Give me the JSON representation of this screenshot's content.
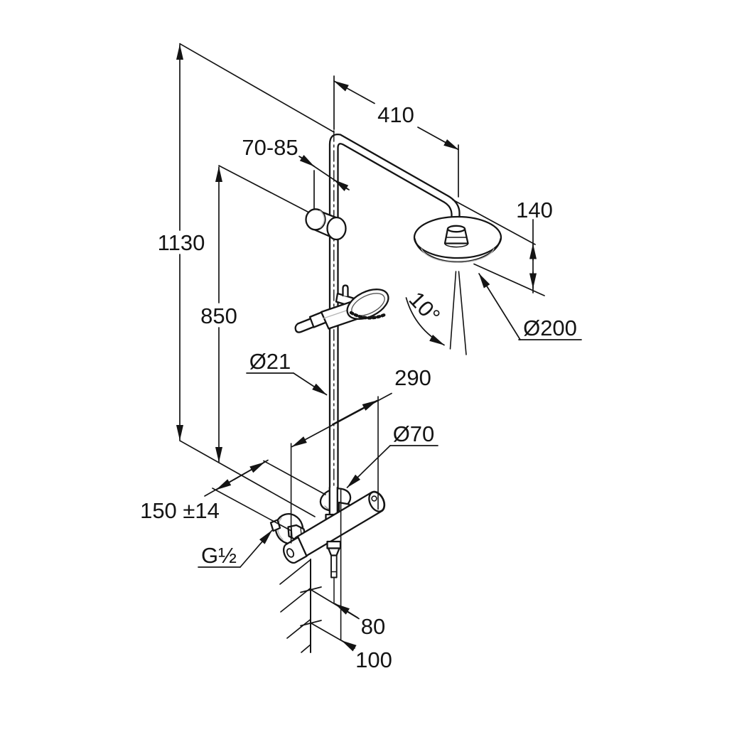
{
  "drawing": {
    "background": "#ffffff",
    "line_color": "#141414",
    "type": "technical dimension drawing",
    "subject": "shower-system",
    "dims": {
      "total_height": "1130",
      "rail_height": "850",
      "arm_reach": "410",
      "bracket_range": "70-85",
      "head_drop": "140",
      "head_diameter": "Ø200",
      "spray_angle": "10°",
      "pipe_diameter": "Ø21",
      "offset_290": "290",
      "escutcheon_diameter": "Ø70",
      "connection_spacing": "150 ±14",
      "thread_size": "G½",
      "wall_offset_80": "80",
      "wall_offset_100": "100"
    }
  }
}
